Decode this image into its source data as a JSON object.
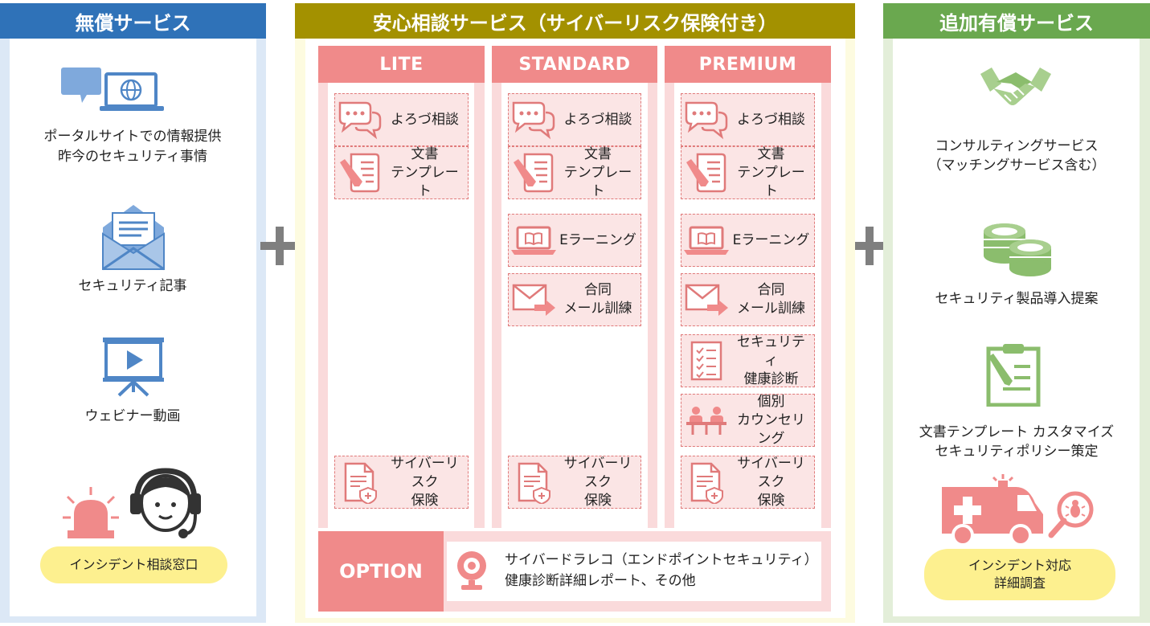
{
  "free": {
    "title": "無償サービス",
    "items": [
      {
        "label": "ポータルサイトでの情報提供\n昨今のセキュリティ事情",
        "icon": "monitor-chat-icon"
      },
      {
        "label": "セキュリティ記事",
        "icon": "envelope-document-icon"
      },
      {
        "label": "ウェビナー動画",
        "icon": "presentation-screen-icon"
      }
    ],
    "incident_pill": "インシデント相談窓口",
    "incident_icons": [
      "siren-light-icon",
      "headset-operator-icon"
    ]
  },
  "main": {
    "title": "安心相談サービス（サイバーリスク保険付き）",
    "tiers": [
      {
        "name": "LITE",
        "services": [
          {
            "label": "よろづ相談",
            "icon": "speech-bubbles-icon"
          },
          {
            "label": "文書\nテンプレート",
            "icon": "document-pen-icon"
          }
        ],
        "insurance": "サイバーリスク\n保険"
      },
      {
        "name": "STANDARD",
        "services": [
          {
            "label": "よろづ相談",
            "icon": "speech-bubbles-icon"
          },
          {
            "label": "文書\nテンプレート",
            "icon": "document-pen-icon"
          },
          {
            "label": "Eラーニング",
            "icon": "laptop-book-icon"
          },
          {
            "label": "合同\nメール訓練",
            "icon": "mail-arrow-icon"
          }
        ],
        "insurance": "サイバーリスク\n保険"
      },
      {
        "name": "PREMIUM",
        "services": [
          {
            "label": "よろづ相談",
            "icon": "speech-bubbles-icon"
          },
          {
            "label": "文書\nテンプレート",
            "icon": "document-pen-icon"
          },
          {
            "label": "Eラーニング",
            "icon": "laptop-book-icon"
          },
          {
            "label": "合同\nメール訓練",
            "icon": "mail-arrow-icon"
          },
          {
            "label": "セキュリティ\n健康診断",
            "icon": "checklist-icon"
          },
          {
            "label": "個別\nカウンセリング",
            "icon": "meeting-table-icon"
          }
        ],
        "insurance": "サイバーリスク\n保険"
      }
    ],
    "option": {
      "label": "OPTION",
      "text": "サイバードラレコ（エンドポイントセキュリティ）\n健康診断詳細レポート、その他",
      "icon": "webcam-icon"
    }
  },
  "paid": {
    "title": "追加有償サービス",
    "items": [
      {
        "label": "コンサルティングサービス\n（マッチングサービス含む）",
        "icon": "handshake-icon"
      },
      {
        "label": "セキュリティ製品導入提案",
        "icon": "coins-icon"
      },
      {
        "label": "文書テンプレート カスタマイズ\nセキュリティポリシー策定",
        "icon": "clipboard-pen-icon"
      }
    ],
    "incident_pill": "インシデント対応\n詳細調査",
    "incident_icons": [
      "ambulance-icon",
      "magnifier-bug-icon"
    ]
  },
  "colors": {
    "free_blue": "#2f72b8",
    "free_bg": "#dce8f6",
    "main_olive": "#a39100",
    "main_bg": "#fdfbe0",
    "tier_pink": "#f08a8a",
    "paid_green": "#6aa84f",
    "paid_bg": "#e3eed9",
    "pill_yellow": "#fdf08f"
  }
}
